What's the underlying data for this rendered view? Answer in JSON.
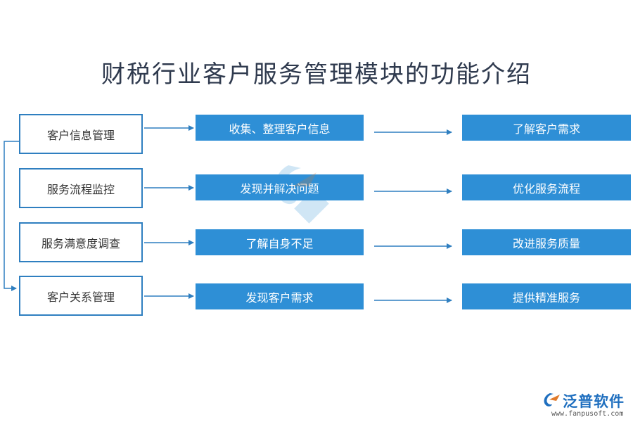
{
  "title": "财税行业客户服务管理模块的功能介绍",
  "rows": [
    {
      "module": "客户信息管理",
      "action": "收集、整理客户信息",
      "result": "了解客户需求"
    },
    {
      "module": "服务流程监控",
      "action": "发现并解决问题",
      "result": "优化服务流程"
    },
    {
      "module": "服务满意度调查",
      "action": "了解自身不足",
      "result": "改进服务质量"
    },
    {
      "module": "客户关系管理",
      "action": "发现客户需求",
      "result": "提供精准服务"
    }
  ],
  "logo": {
    "name": "泛普软件",
    "url": "www.fanpusoft.com"
  },
  "colors": {
    "accent": "#2e8fd6",
    "border": "#2f7fc0",
    "title": "#2f3a4e"
  }
}
